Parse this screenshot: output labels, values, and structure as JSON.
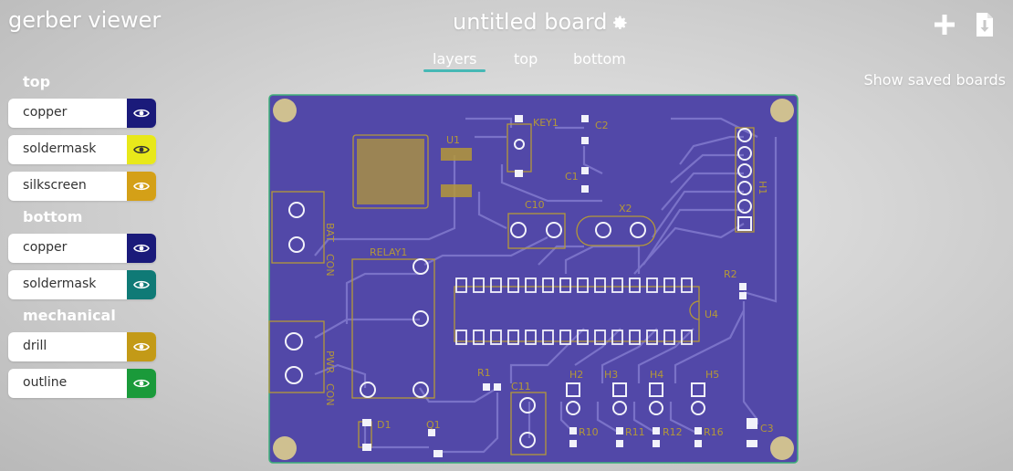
{
  "app": {
    "title": "gerber viewer"
  },
  "board": {
    "title": "untitled board"
  },
  "tabs": [
    {
      "label": "layers",
      "active": true
    },
    {
      "label": "top",
      "active": false
    },
    {
      "label": "bottom",
      "active": false
    }
  ],
  "actions": {
    "saved_label": "Show saved boards"
  },
  "sidebar": {
    "groups": [
      {
        "name": "top",
        "layers": [
          {
            "label": "copper",
            "color": "#1a1a7a"
          },
          {
            "label": "soldermask",
            "color": "#e8e81a"
          },
          {
            "label": "silkscreen",
            "color": "#d4a017"
          }
        ]
      },
      {
        "name": "bottom",
        "layers": [
          {
            "label": "copper",
            "color": "#1a1a7a"
          },
          {
            "label": "soldermask",
            "color": "#0f7a76"
          }
        ]
      },
      {
        "name": "mechanical",
        "layers": [
          {
            "label": "drill",
            "color": "#c39a17"
          },
          {
            "label": "outline",
            "color": "#1a9a3a"
          }
        ]
      }
    ]
  },
  "pcb": {
    "colors": {
      "board": "#5248a8",
      "trace": "#7a72c8",
      "silk": "#b49838",
      "pad": "#f2f2fa",
      "mount": "#cfc090",
      "outline": "#3eb07a"
    },
    "labels": {
      "key": "KEY1",
      "c2": "C2",
      "u1": "U1",
      "c1": "C1",
      "c10": "C10",
      "x2": "X2",
      "h1": "H1",
      "bat": "BAT",
      "con": "CON",
      "relay": "RELAY1",
      "r2": "R2",
      "u4": "U4",
      "pwr": "PWR",
      "con2": "CON",
      "r1": "R1",
      "c11": "C11",
      "d1": "D1",
      "q1": "Q1",
      "h2": "H2",
      "h3": "H3",
      "h4": "H4",
      "h5": "H5",
      "r10": "R10",
      "r11": "R11",
      "r12": "R12",
      "r16": "R16",
      "c3": "C3"
    }
  }
}
